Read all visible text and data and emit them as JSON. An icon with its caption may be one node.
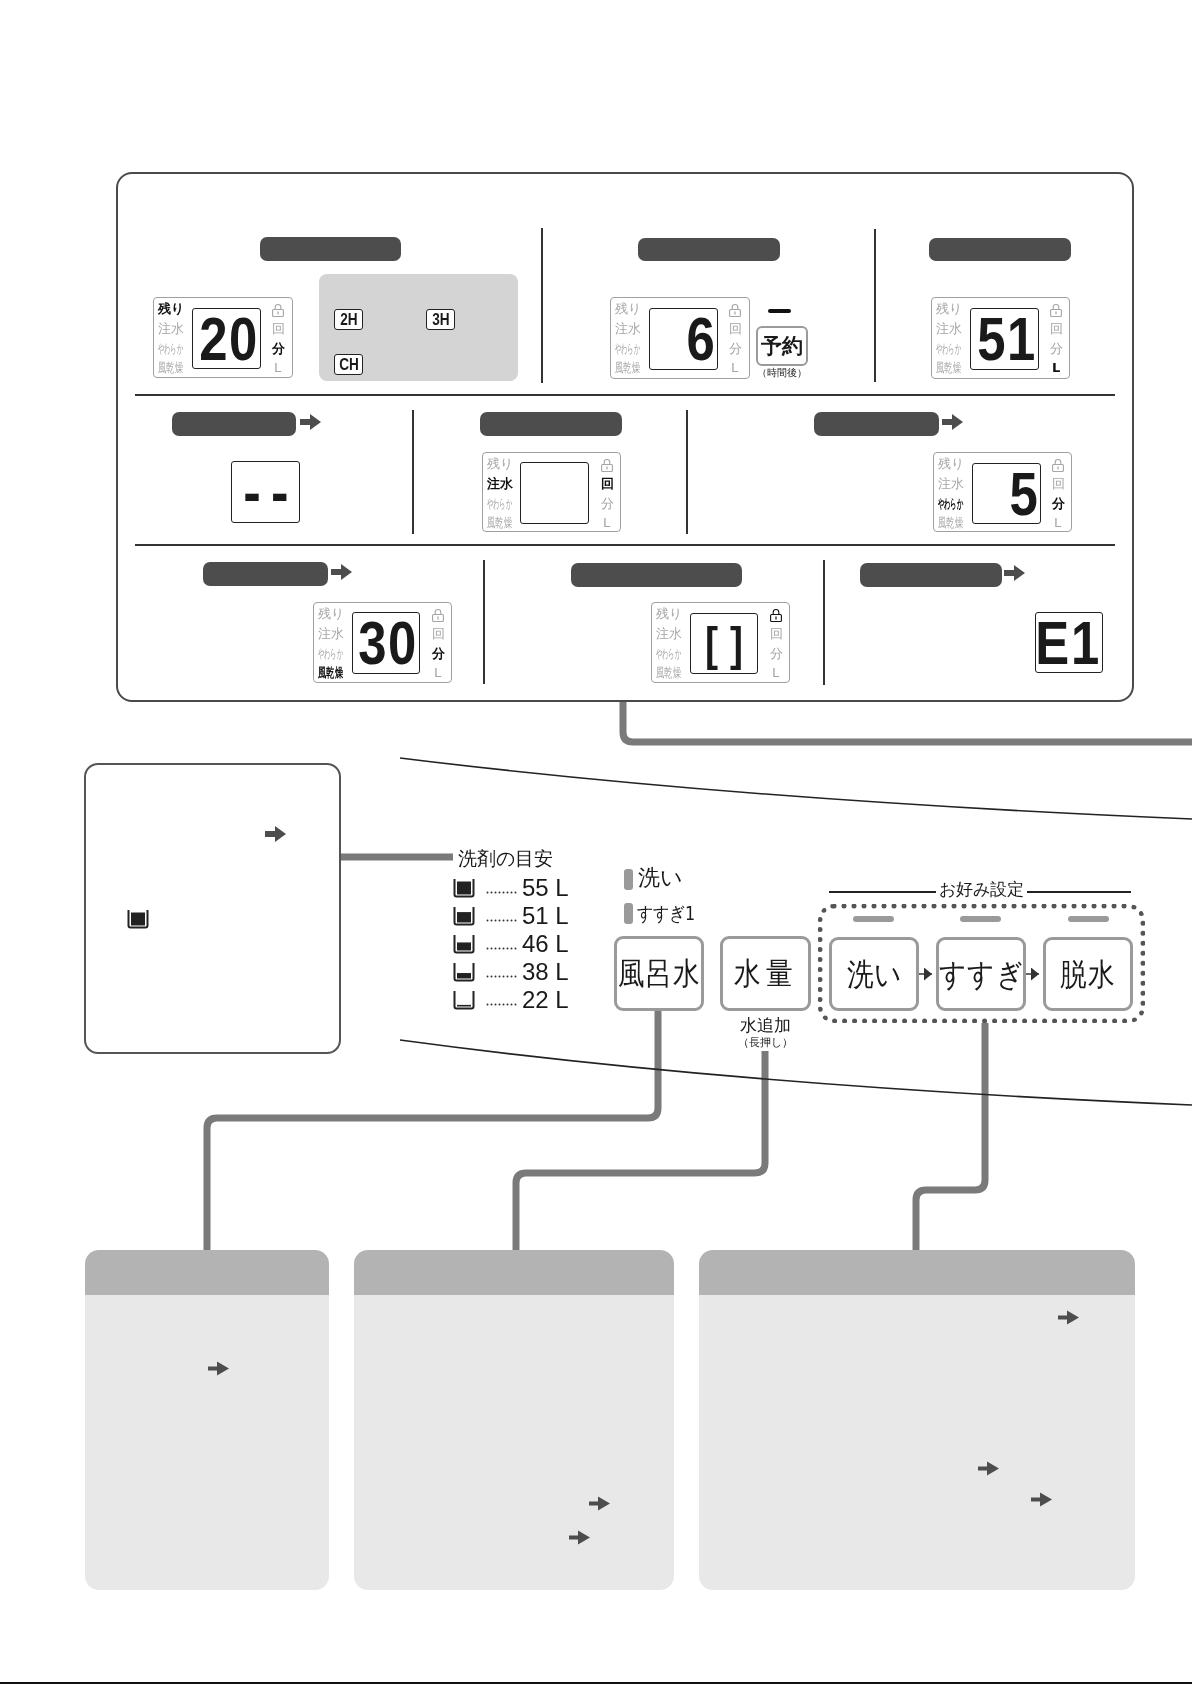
{
  "diagram": {
    "nodes": [
      {
        "text": [],
        "shape": "box"
      },
      {
        "text": [],
        "shape": "bar",
        "in": 0
      },
      {
        "text": [
          "残り",
          "注水",
          "やわらか",
          "風乾燥",
          "回",
          "分",
          "L"
        ],
        "in": 0
      },
      {
        "text": [
          "20"
        ],
        "in": 2
      },
      {
        "text": [],
        "shape": "box",
        "in": 0
      },
      {
        "text": [
          "2H"
        ],
        "in": 4
      },
      {
        "text": [
          "3H"
        ],
        "in": 4
      },
      {
        "text": [
          "CH"
        ],
        "in": 4
      },
      {
        "text": [],
        "shape": "bar",
        "in": 0
      },
      {
        "text": [
          "残り",
          "注水",
          "やわらか",
          "風乾燥",
          "回",
          "分",
          "L"
        ],
        "in": 0
      },
      {
        "text": [
          "6"
        ],
        "in": 9
      },
      {
        "text": [
          "予約"
        ],
        "beside": [
          "（時間後）"
        ],
        "in": 0
      },
      {
        "text": [],
        "shape": "bar",
        "in": 0
      },
      {
        "text": [
          "残り",
          "注水",
          "やわらか",
          "風乾燥",
          "回",
          "分",
          "L"
        ],
        "in": 0
      },
      {
        "text": [
          "51"
        ],
        "in": 13
      },
      {
        "text": [],
        "shape": "bar",
        "in": 0
      },
      {
        "text": [
          "--"
        ],
        "in": 0
      },
      {
        "text": [],
        "shape": "bar",
        "in": 0
      },
      {
        "text": [
          "残り",
          "注水",
          "やわらか",
          "風乾燥",
          "回",
          "分",
          "L"
        ],
        "in": 0
      },
      {
        "text": [],
        "shape": "box",
        "in": 18
      },
      {
        "text": [],
        "shape": "bar",
        "in": 0
      },
      {
        "text": [
          "残り",
          "注水",
          "やわらか",
          "風乾燥",
          "回",
          "分",
          "L"
        ],
        "in": 0
      },
      {
        "text": [
          "5"
        ],
        "in": 21
      },
      {
        "text": [],
        "shape": "bar",
        "in": 0
      },
      {
        "text": [
          "残り",
          "注水",
          "やわらか",
          "風乾燥",
          "回",
          "分",
          "L"
        ],
        "in": 0
      },
      {
        "text": [
          "30"
        ],
        "in": 24
      },
      {
        "text": [],
        "shape": "bar",
        "in": 0
      },
      {
        "text": [
          "残り",
          "注水",
          "やわらか",
          "風乾燥",
          "回",
          "分",
          "L"
        ],
        "in": 0
      },
      {
        "text": [
          "[]"
        ],
        "in": 27
      },
      {
        "text": [],
        "shape": "bar",
        "in": 0
      },
      {
        "text": [
          "E1"
        ],
        "in": 0
      },
      {
        "text": [],
        "shape": "box"
      },
      {
        "text": [
          "洗剤の目安",
          "55 L",
          "51 L",
          "46 L",
          "38 L",
          "22 L"
        ]
      },
      {
        "text": [
          "風呂水"
        ]
      },
      {
        "text": [
          "水量"
        ],
        "beside": [
          "水追加",
          "（長押し）"
        ]
      },
      {
        "text": [
          "お好み設定"
        ]
      },
      {
        "text": [
          "洗い"
        ],
        "in": 35
      },
      {
        "text": [
          "すすぎ"
        ],
        "in": 35
      },
      {
        "text": [
          "脱水"
        ],
        "in": 35
      },
      {
        "text": [],
        "shape": "box"
      },
      {
        "text": [],
        "shape": "box"
      },
      {
        "text": [],
        "shape": "box"
      }
    ],
    "edges": [
      {
        "from": 0,
        "to": null,
        "arrow": "none"
      },
      {
        "from": 31,
        "to": 32,
        "arrow": "none"
      },
      {
        "from": 33,
        "to": 39,
        "arrow": "none"
      },
      {
        "from": 34,
        "to": 40,
        "arrow": "none"
      },
      {
        "from": 35,
        "to": 41,
        "arrow": "none"
      },
      {
        "from": 36,
        "to": 37,
        "arrow": "to",
        "color": "#333333"
      },
      {
        "from": 37,
        "to": 38,
        "arrow": "to",
        "color": "#333333"
      }
    ],
    "labels": [
      "洗い",
      "すすぎ1"
    ]
  }
}
